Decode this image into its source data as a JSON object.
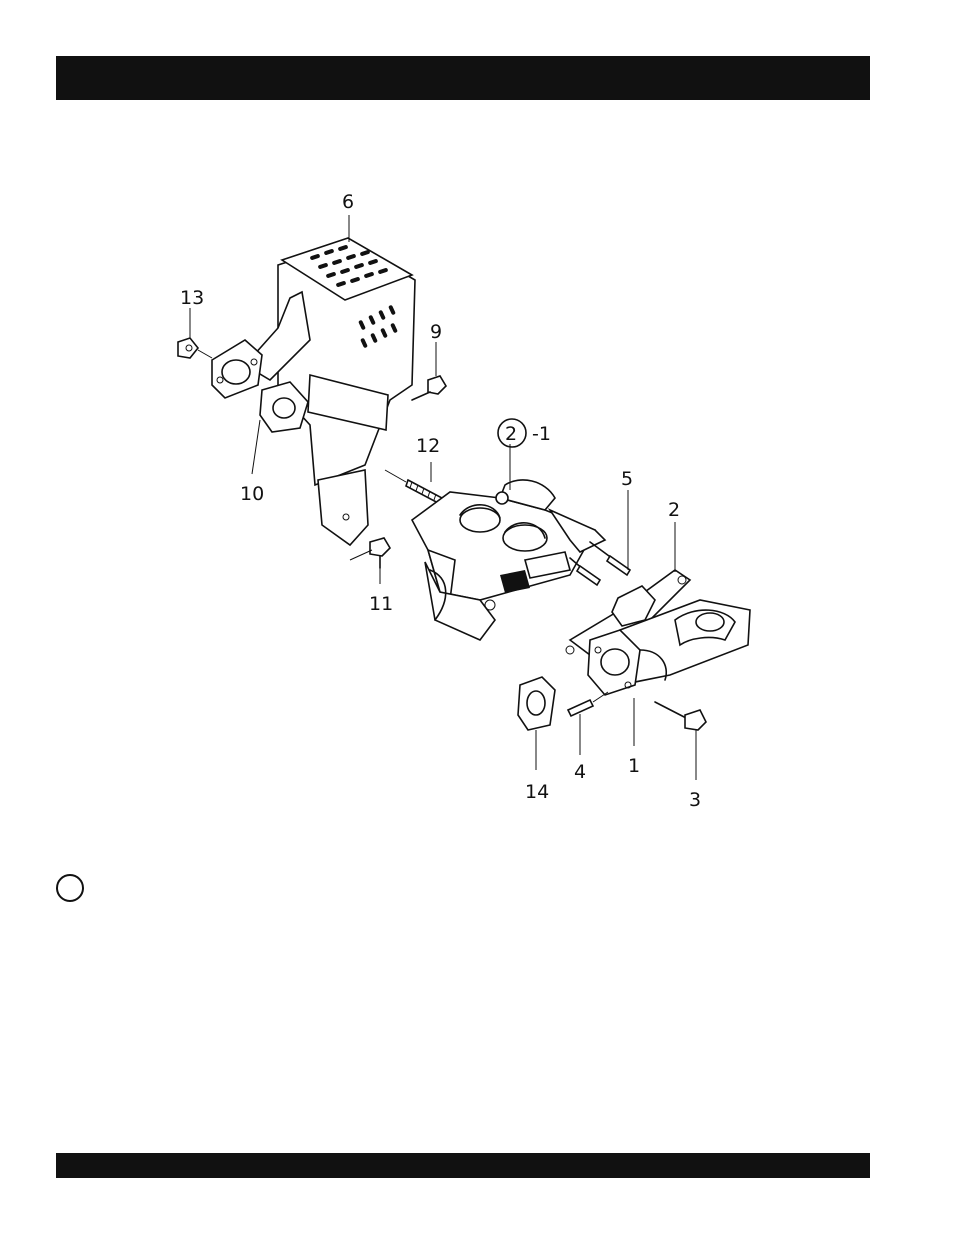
{
  "diagram": {
    "callouts": {
      "c1": "1",
      "c2": "2",
      "c2_ref": "2",
      "c2_ref_suffix": "-1",
      "c3": "3",
      "c4": "4",
      "c5": "5",
      "c6": "6",
      "c9": "9",
      "c10": "10",
      "c11": "11",
      "c12": "12",
      "c13": "13",
      "c14": "14"
    },
    "ink_color": "#111111"
  }
}
